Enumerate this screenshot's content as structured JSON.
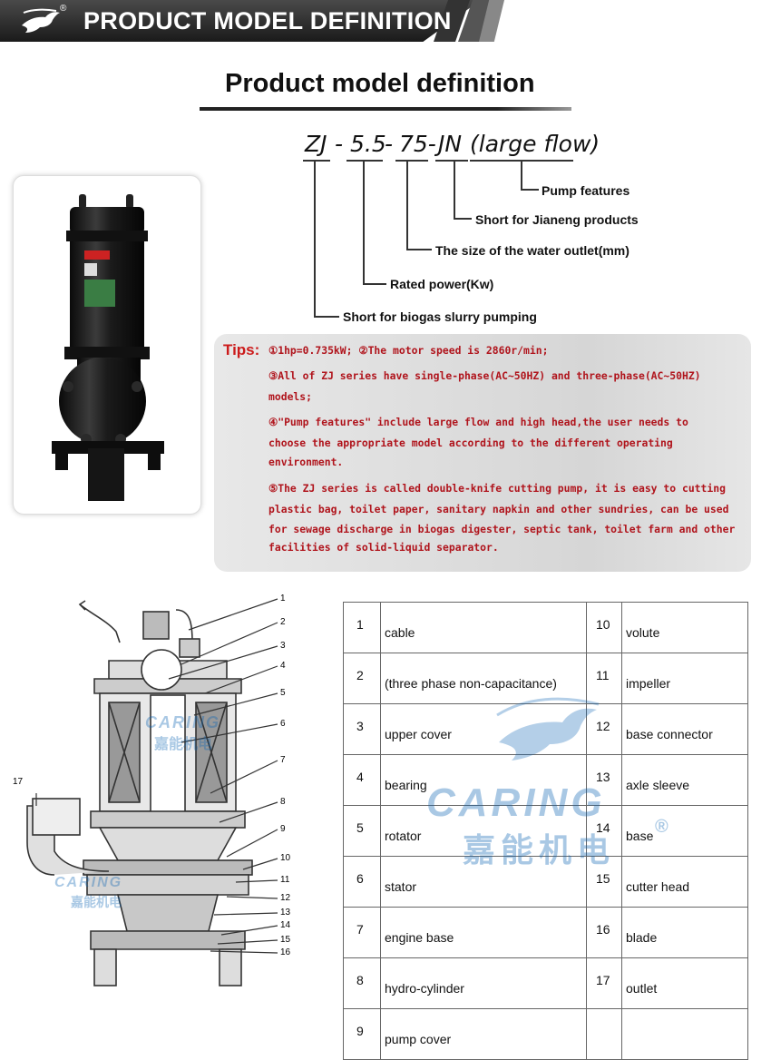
{
  "banner": {
    "title": "PRODUCT MODEL DEFINITION",
    "registered": "®"
  },
  "section": {
    "title": "Product model definition"
  },
  "model": {
    "parts": [
      "ZJ",
      "-",
      "5.5",
      "-",
      "75-",
      "JN",
      "(large flow)"
    ],
    "labels": [
      "Pump features",
      "Short for Jianeng products",
      "The size of the water outlet(mm)",
      "Rated power(Kw)",
      "Short for biogas slurry pumping"
    ]
  },
  "tips": {
    "heading": "Tips:",
    "lines": [
      "①1hp=0.735kW; ②The motor speed is 2860r/min;",
      "③All of ZJ series have single-phase(AC~50HZ) and three-phase(AC~50HZ)",
      "models;",
      "④\"Pump features\" include large flow and high head,the user needs to",
      "choose the appropriate model according to the different operating",
      "environment.",
      "⑤The ZJ series is called double-knife cutting pump, it is easy to cutting",
      "plastic bag, toilet paper, sanitary napkin and other sundries, can be used",
      "for sewage discharge in biogas digester, septic tank, toilet farm and other",
      "facilities of solid-liquid separator."
    ]
  },
  "diagram": {
    "callouts": [
      "1",
      "2",
      "3",
      "4",
      "5",
      "6",
      "7",
      "8",
      "9",
      "10",
      "11",
      "12",
      "13",
      "14",
      "15",
      "16",
      "17"
    ]
  },
  "parts_table": {
    "rows": [
      {
        "n1": "1",
        "p1": "cable",
        "n2": "10",
        "p2": "volute"
      },
      {
        "n1": "2",
        "p1": "(three phase non-capacitance)",
        "n2": "11",
        "p2": "impeller"
      },
      {
        "n1": "3",
        "p1": "upper cover",
        "n2": "12",
        "p2": "base connector"
      },
      {
        "n1": "4",
        "p1": "bearing",
        "n2": "13",
        "p2": "axle sleeve"
      },
      {
        "n1": "5",
        "p1": "rotator",
        "n2": "14",
        "p2": "base"
      },
      {
        "n1": "6",
        "p1": "stator",
        "n2": "15",
        "p2": "cutter head"
      },
      {
        "n1": "7",
        "p1": "engine base",
        "n2": "16",
        "p2": "blade"
      },
      {
        "n1": "8",
        "p1": "hydro-cylinder",
        "n2": "17",
        "p2": "outlet"
      },
      {
        "n1": "9",
        "p1": "pump cover",
        "n2": "",
        "p2": ""
      }
    ]
  },
  "watermark": {
    "brand": "CARING",
    "chinese": "嘉能机电",
    "registered": "®"
  },
  "colors": {
    "tips_red": "#b0141c",
    "banner_dark": "#222222",
    "watermark_blue": "#0b64b4"
  }
}
